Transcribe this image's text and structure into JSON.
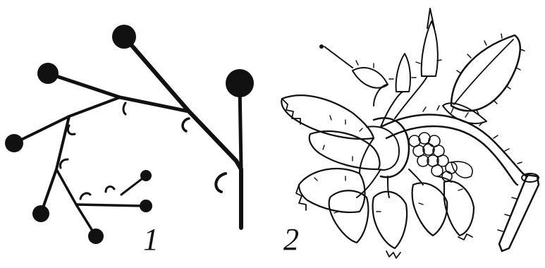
{
  "figure": {
    "panels": [
      {
        "label": "1",
        "subject": "schematic-inflorescence-diagram"
      },
      {
        "label": "2",
        "subject": "hairy-scorpioid-cyme-drawing"
      }
    ],
    "colors": {
      "ink": "#111111",
      "paper": "#ffffff"
    }
  }
}
